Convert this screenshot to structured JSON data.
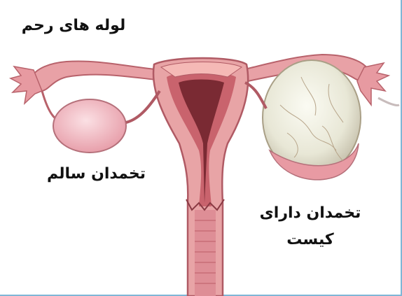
{
  "labels": {
    "fallopian_tubes": "لوله های رحم",
    "healthy_ovary": "تخمدان سالم",
    "cyst_ovary": "تخمدان دارای کیست"
  },
  "colors": {
    "tissue": "#e59a9e",
    "tissue_dark": "#c8646e",
    "tissue_light": "#f6c9c6",
    "ovary": "#f2b8c0",
    "cyst": "#eeeee0",
    "frame_border": "#7fb6d6"
  }
}
